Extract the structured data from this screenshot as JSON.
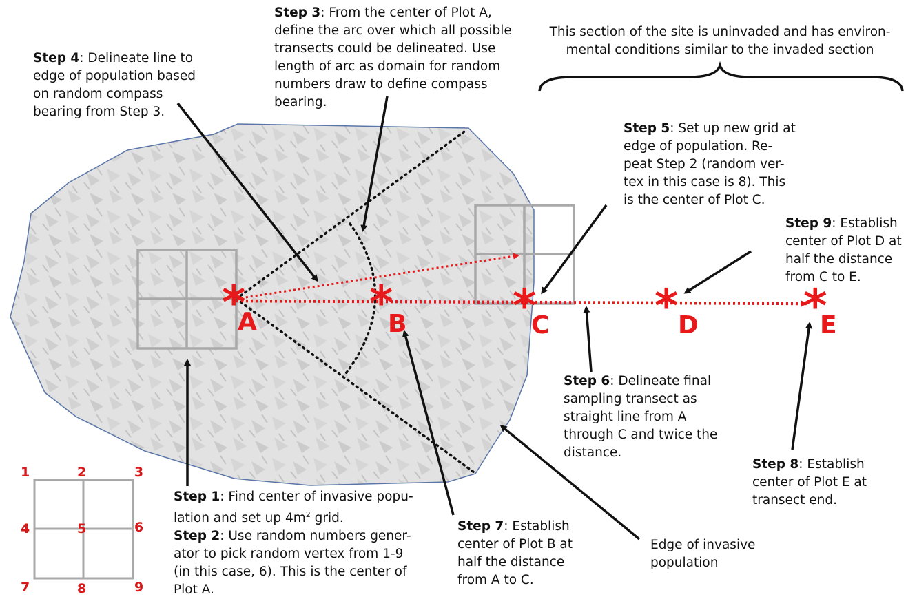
{
  "colors": {
    "accent_red": "#e8191b",
    "grid_gray": "#a9a9a9",
    "population_fill": "#dcdcdc",
    "population_outline": "#5a76a8",
    "ink": "#111111"
  },
  "point_labels": [
    "A",
    "B",
    "C",
    "D",
    "E"
  ],
  "grid_vertices": [
    "1",
    "2",
    "3",
    "4",
    "5",
    "6",
    "7",
    "8",
    "9"
  ],
  "steps": {
    "step1": {
      "head": "Step 1",
      "text": ": Find center of invasive popu-",
      "text2": "lation and set up 4m",
      "sup": "2",
      "text3": " grid."
    },
    "step2": {
      "head": "Step 2",
      "lines": [
        ": Use random numbers gener-",
        "ator to pick random vertex from 1-9",
        "(in this case, 6). This is the center of",
        "Plot A."
      ]
    },
    "step3": {
      "head": "Step 3",
      "lines": [
        ": From the center of Plot A,",
        "define the arc over which all possible",
        "transects could be delineated. Use",
        "length of arc as domain for random",
        "numbers draw to define compass",
        "bearing."
      ]
    },
    "step4": {
      "head": "Step 4",
      "lines": [
        ": Delineate line to",
        "edge of population based",
        "on random compass",
        "bearing from Step 3."
      ]
    },
    "step5": {
      "head": "Step 5",
      "lines": [
        ": Set up new grid at",
        "edge of population. Re-",
        "peat Step 2 (random ver-",
        "tex in this case is 8). This",
        "is the center of Plot C."
      ]
    },
    "step6": {
      "head": "Step 6",
      "lines": [
        ": Delineate final",
        "sampling transect as",
        "straight line from A",
        "through C and twice the",
        "distance."
      ]
    },
    "step7": {
      "head": "Step 7",
      "lines": [
        ": Establish",
        "center of Plot B at",
        "half the distance",
        "from A to C."
      ]
    },
    "step8": {
      "head": "Step 8",
      "lines": [
        ": Establish",
        "center of Plot E at",
        "transect end."
      ]
    },
    "step9": {
      "head": "Step 9",
      "lines": [
        ": Establish",
        "center of Plot D at",
        "half the distance",
        "from C to E."
      ]
    }
  },
  "uninvaded_note": [
    "This section of the site is uninvaded and has environ-",
    "mental conditions similar to the invaded section"
  ],
  "edge_label": [
    "Edge of invasive",
    "population"
  ]
}
